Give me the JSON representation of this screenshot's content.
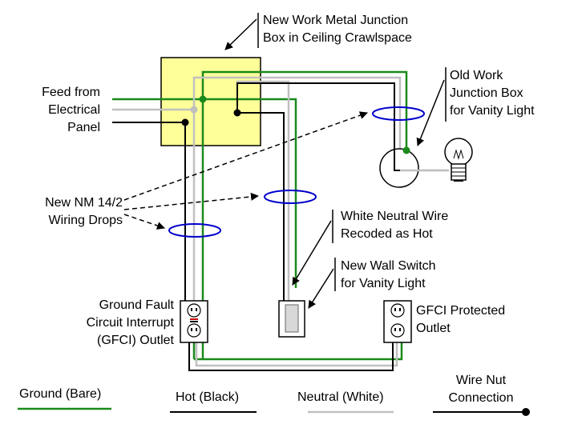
{
  "labels": {
    "junction_box": [
      "New Work Metal Junction",
      "Box in Ceiling Crawlspace"
    ],
    "old_work_box": [
      "Old Work",
      "Junction Box",
      "for Vanity Light"
    ],
    "feed": [
      "Feed from",
      "Electrical",
      "Panel"
    ],
    "nm_drops": [
      "New NM 14/2",
      "Wiring Drops"
    ],
    "white_neutral": [
      "White Neutral Wire",
      "Recoded as Hot"
    ],
    "wall_switch": [
      "New Wall Switch",
      "for Vanity Light"
    ],
    "gfci_outlet": [
      "Ground Fault",
      "Circuit Interrupt",
      "(GFCI) Outlet"
    ],
    "gfci_protected": [
      "GFCI Protected",
      "Outlet"
    ]
  },
  "legend": {
    "ground": "Ground (Bare)",
    "hot": "Hot (Black)",
    "neutral": "Neutral (White)",
    "wire_nut": [
      "Wire Nut",
      "Connection"
    ]
  },
  "colors": {
    "ground": "#1a8a1a",
    "hot": "#000000",
    "neutral": "#c0c0c0",
    "junction_box": "#ffff99",
    "cable_ring": "#0000cc"
  }
}
